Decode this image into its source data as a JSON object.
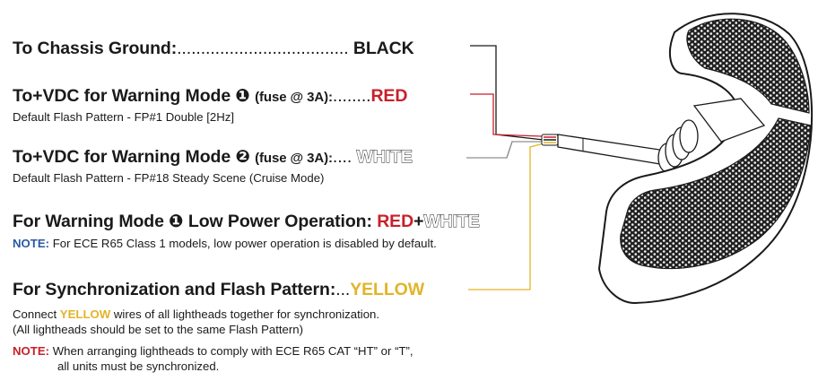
{
  "colors": {
    "red": "#c8202a",
    "yellow": "#e2b428",
    "white_outline": "#1a1a1a",
    "note_blue": "#2a5aa0",
    "text": "#1a1a1a"
  },
  "chassis": {
    "label": "To Chassis Ground:",
    "dots": "....................................",
    "color": "BLACK"
  },
  "warning1": {
    "label": "To+VDC for Warning Mode",
    "badge": "❶",
    "fuse": "(fuse @ 3A):",
    "dots": "........",
    "color": "RED",
    "sub": "Default Flash Pattern - FP#1 Double [2Hz]"
  },
  "warning2": {
    "label": "To+VDC for Warning Mode",
    "badge": "❷",
    "fuse": "(fuse @ 3A):",
    "dots": "....",
    "color": "WHITE",
    "sub": "Default Flash Pattern - FP#18 Steady Scene (Cruise Mode)"
  },
  "lowpower": {
    "label": "For Warning Mode",
    "badge": "❶",
    "label2": "Low Power Operation",
    "colon": ":",
    "color1": "RED",
    "plus": "+",
    "color2": "WHITE",
    "note_label": "NOTE:",
    "note_text": "For ECE R65 Class 1 models, low power operation is disabled by default."
  },
  "sync": {
    "label": "For Synchronization and Flash Pattern:",
    "dots": "...",
    "color": "YELLOW",
    "line1_pre": "Connect",
    "line1_color": "YELLOW",
    "line1_post": "wires of all lightheads together for synchronization.",
    "line2": "(All lightheads should be set to the same Flash Pattern)",
    "note_label": "NOTE:",
    "note_line1": "When arranging lightheads to comply with ECE R65 CAT “HT” or “T”,",
    "note_line2": "all units must be synchronized."
  }
}
